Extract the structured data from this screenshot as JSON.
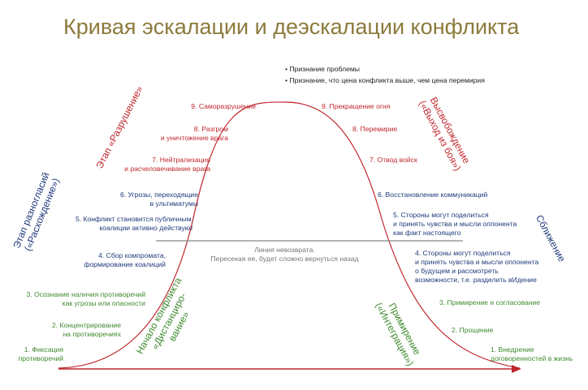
{
  "title": "Кривая эскалации и деэскалации конфликта",
  "notes": {
    "top": [
      "• Признание проблемы",
      "• Признание, что цена конфликта выше, чем цена перемирия"
    ]
  },
  "no_return": {
    "line1": "Линия невозврата.",
    "line2": "Пересекая ее, будет сложно вернуться назад"
  },
  "escalation_steps": [
    [
      "1. Фиксация",
      "противоречий"
    ],
    [
      "2. Концентрирование",
      "на противоречиях"
    ],
    [
      "3. Осознание наличия противоречий",
      "как угрозы или опасности"
    ],
    [
      "4. Сбор компромата,",
      "формирование коалиций"
    ],
    [
      "5. Конфликт становится публичным,",
      "коалиции активно действуют"
    ],
    [
      "6. Угрозы, переходящие",
      "в ультиматумы"
    ],
    [
      "7. Нейтрализация",
      "и расчеловечивание врага"
    ],
    [
      "8. Разгром",
      "и уничтожение врага"
    ],
    [
      "9. Саморазрушение"
    ]
  ],
  "deescalation_steps": [
    [
      "9. Прекращение огня"
    ],
    [
      "8. Перемирие"
    ],
    [
      "7. Отвод войск"
    ],
    [
      "6. Восстановление коммуникаций"
    ],
    [
      "5. Стороны могут поделиться",
      "и принять чувства и мысли оппонента",
      "как факт настоящего"
    ],
    [
      "4. Стороны могут поделиться",
      "и принять чувства и мысли оппонента",
      "о будущем и рассмотреть",
      "возможности, т.е. разделить вИдение"
    ],
    [
      "3. Примирение и согласование"
    ],
    [
      "2. Прощение"
    ],
    [
      "1. Внедрение",
      "договоренностей в жизнь"
    ]
  ],
  "stages": {
    "distancing": [
      "Начало конфликта",
      "«Дистанциро-",
      "вание»"
    ],
    "divergence": [
      "Этап разногласий",
      "(«Расхождение»)"
    ],
    "destruction": [
      "Этап «Разрушение»"
    ],
    "release": [
      "Высвобождение",
      "(«Выход из боя»)"
    ],
    "rapprochement": [
      "Сближение"
    ],
    "integration": [
      "Примирение",
      "(«Интеграция»)"
    ]
  },
  "colors": {
    "title": "#8c7a3c",
    "curve": "#c0272d",
    "escalation": "#c0272d",
    "early": "#3e8a2e",
    "middle": "#1f3a7a",
    "no_return_line": "#888888",
    "axis": "#c0272d"
  }
}
